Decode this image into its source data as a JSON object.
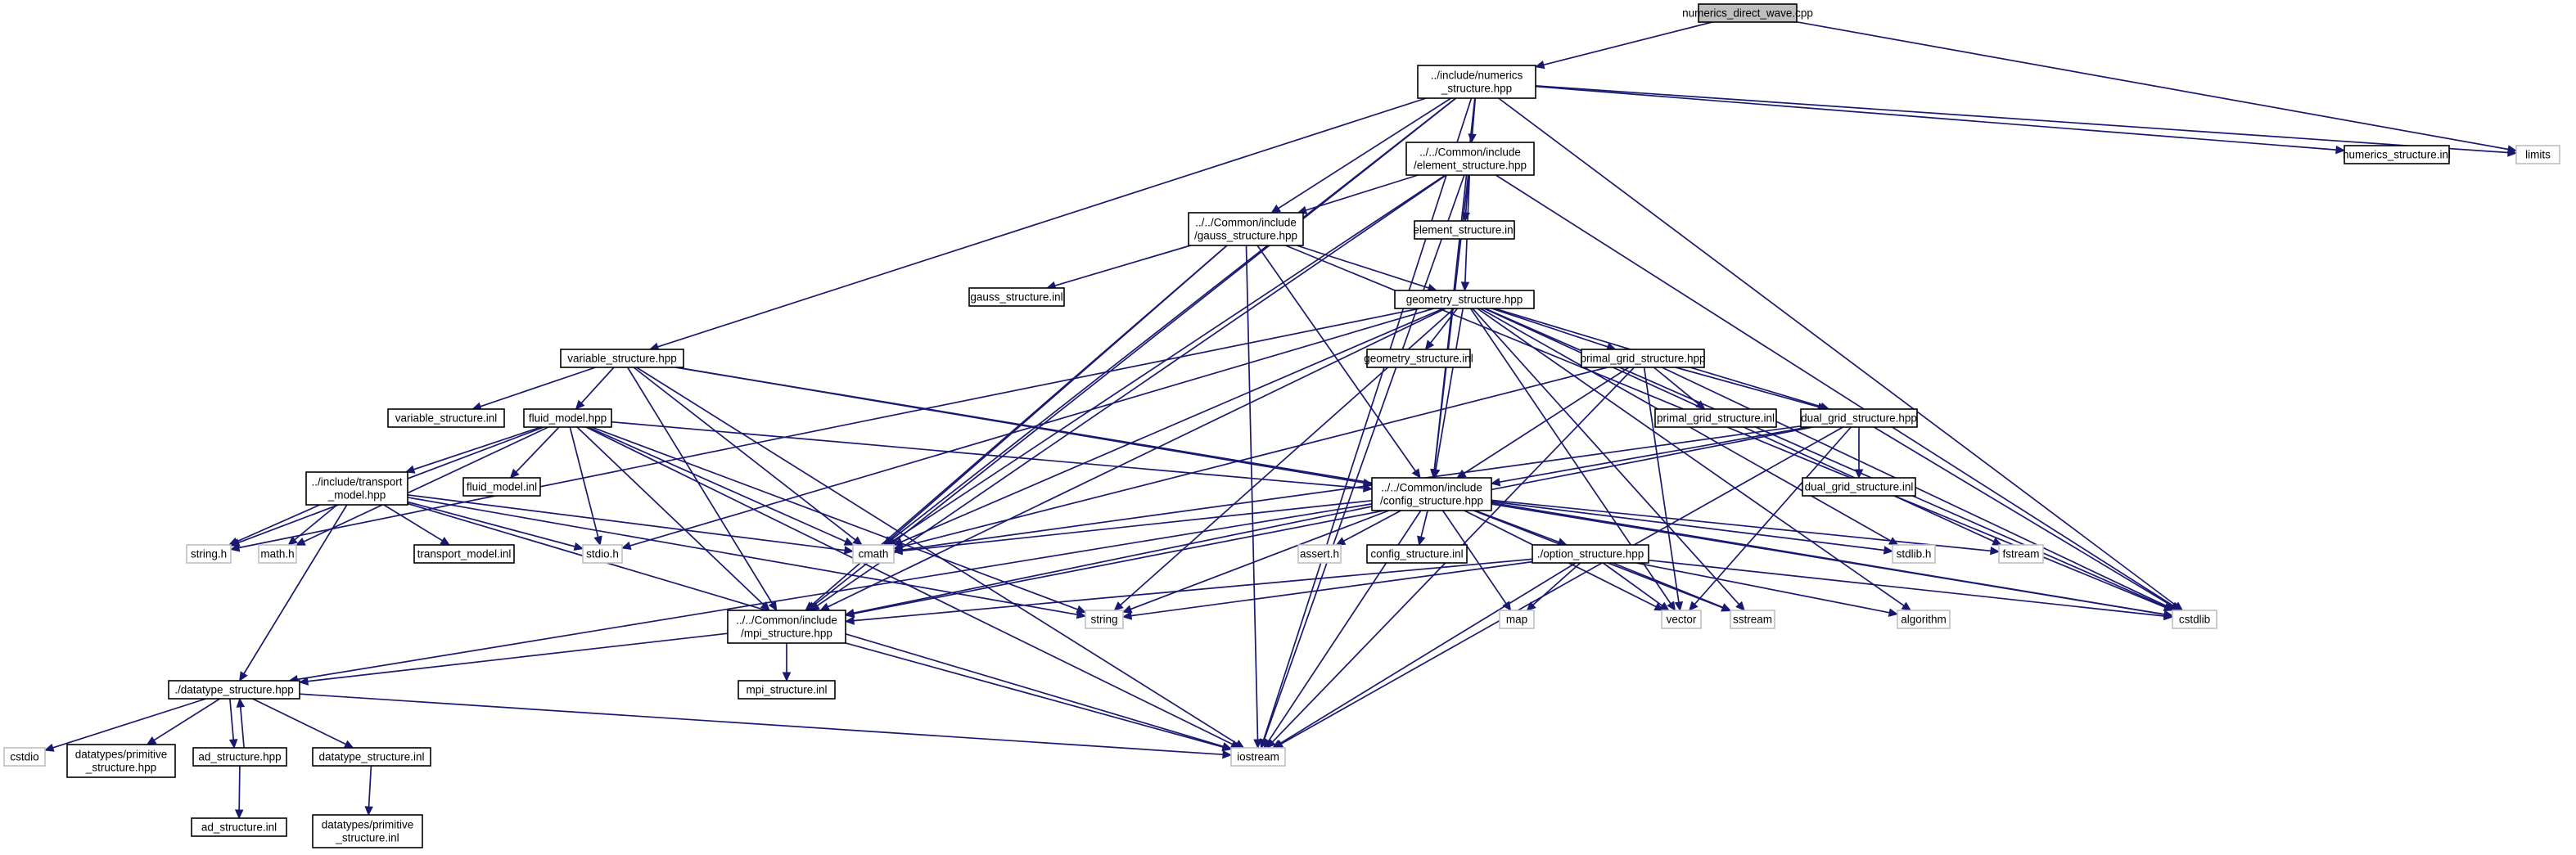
{
  "diagram": {
    "nodes": [
      {
        "id": "numerics_direct_wave",
        "lines": [
          "numerics_direct_wave.cpp"
        ],
        "kind": "root"
      },
      {
        "id": "numerics_structure",
        "lines": [
          "../include/numerics",
          "_structure.hpp"
        ],
        "kind": "file"
      },
      {
        "id": "limits",
        "lines": [
          "limits"
        ],
        "kind": "system"
      },
      {
        "id": "element_structure",
        "lines": [
          "../../Common/include",
          "/element_structure.hpp"
        ],
        "kind": "file"
      },
      {
        "id": "numerics_structure_inl",
        "lines": [
          "numerics_structure.inl"
        ],
        "kind": "file"
      },
      {
        "id": "gauss_structure",
        "lines": [
          "../../Common/include",
          "/gauss_structure.hpp"
        ],
        "kind": "file"
      },
      {
        "id": "element_structure_inl",
        "lines": [
          "element_structure.inl"
        ],
        "kind": "file"
      },
      {
        "id": "gauss_structure_inl",
        "lines": [
          "gauss_structure.inl"
        ],
        "kind": "file"
      },
      {
        "id": "geometry_structure",
        "lines": [
          "geometry_structure.hpp"
        ],
        "kind": "file"
      },
      {
        "id": "variable_structure",
        "lines": [
          "variable_structure.hpp"
        ],
        "kind": "file"
      },
      {
        "id": "geometry_structure_inl",
        "lines": [
          "geometry_structure.inl"
        ],
        "kind": "file"
      },
      {
        "id": "primal_grid_structure",
        "lines": [
          "primal_grid_structure.hpp"
        ],
        "kind": "file"
      },
      {
        "id": "variable_structure_inl",
        "lines": [
          "variable_structure.inl"
        ],
        "kind": "file"
      },
      {
        "id": "fluid_model",
        "lines": [
          "fluid_model.hpp"
        ],
        "kind": "file"
      },
      {
        "id": "primal_grid_structure_inl",
        "lines": [
          "primal_grid_structure.inl"
        ],
        "kind": "file"
      },
      {
        "id": "dual_grid_structure",
        "lines": [
          "dual_grid_structure.hpp"
        ],
        "kind": "file"
      },
      {
        "id": "transport_model",
        "lines": [
          "../include/transport",
          "_model.hpp"
        ],
        "kind": "file"
      },
      {
        "id": "fluid_model_inl",
        "lines": [
          "fluid_model.inl"
        ],
        "kind": "file"
      },
      {
        "id": "config_structure",
        "lines": [
          "../../Common/include",
          "/config_structure.hpp"
        ],
        "kind": "file"
      },
      {
        "id": "dual_grid_structure_inl",
        "lines": [
          "dual_grid_structure.inl"
        ],
        "kind": "file"
      },
      {
        "id": "string_h",
        "lines": [
          "string.h"
        ],
        "kind": "system"
      },
      {
        "id": "math_h",
        "lines": [
          "math.h"
        ],
        "kind": "system"
      },
      {
        "id": "transport_model_inl",
        "lines": [
          "transport_model.inl"
        ],
        "kind": "file"
      },
      {
        "id": "stdio_h",
        "lines": [
          "stdio.h"
        ],
        "kind": "system"
      },
      {
        "id": "cmath",
        "lines": [
          "cmath"
        ],
        "kind": "system"
      },
      {
        "id": "assert_h",
        "lines": [
          "assert.h"
        ],
        "kind": "system"
      },
      {
        "id": "config_structure_inl",
        "lines": [
          "config_structure.inl"
        ],
        "kind": "file"
      },
      {
        "id": "option_structure",
        "lines": [
          "./option_structure.hpp"
        ],
        "kind": "file"
      },
      {
        "id": "stdlib_h",
        "lines": [
          "stdlib.h"
        ],
        "kind": "system"
      },
      {
        "id": "fstream",
        "lines": [
          "fstream"
        ],
        "kind": "system"
      },
      {
        "id": "mpi_structure",
        "lines": [
          "../../Common/include",
          "/mpi_structure.hpp"
        ],
        "kind": "file"
      },
      {
        "id": "string",
        "lines": [
          "string"
        ],
        "kind": "system"
      },
      {
        "id": "map",
        "lines": [
          "map"
        ],
        "kind": "system"
      },
      {
        "id": "vector",
        "lines": [
          "vector"
        ],
        "kind": "system"
      },
      {
        "id": "sstream",
        "lines": [
          "sstream"
        ],
        "kind": "system"
      },
      {
        "id": "algorithm",
        "lines": [
          "algorithm"
        ],
        "kind": "system"
      },
      {
        "id": "cstdlib",
        "lines": [
          "cstdlib"
        ],
        "kind": "system"
      },
      {
        "id": "mpi_structure_inl",
        "lines": [
          "mpi_structure.inl"
        ],
        "kind": "file"
      },
      {
        "id": "datatype_structure",
        "lines": [
          "./datatype_structure.hpp"
        ],
        "kind": "file"
      },
      {
        "id": "cstdio",
        "lines": [
          "cstdio"
        ],
        "kind": "system"
      },
      {
        "id": "primitive_structure_hpp",
        "lines": [
          "datatypes/primitive",
          "_structure.hpp"
        ],
        "kind": "file"
      },
      {
        "id": "ad_structure",
        "lines": [
          "ad_structure.hpp"
        ],
        "kind": "file"
      },
      {
        "id": "datatype_structure_inl",
        "lines": [
          "datatype_structure.inl"
        ],
        "kind": "file"
      },
      {
        "id": "iostream",
        "lines": [
          "iostream"
        ],
        "kind": "system"
      },
      {
        "id": "ad_structure_inl",
        "lines": [
          "ad_structure.inl"
        ],
        "kind": "file"
      },
      {
        "id": "primitive_structure_inl",
        "lines": [
          "datatypes/primitive",
          "_structure.inl"
        ],
        "kind": "file"
      }
    ],
    "edges": [
      [
        "numerics_direct_wave",
        "numerics_structure"
      ],
      [
        "numerics_direct_wave",
        "limits"
      ],
      [
        "numerics_structure",
        "limits"
      ],
      [
        "numerics_structure",
        "numerics_structure_inl"
      ],
      [
        "numerics_structure",
        "element_structure"
      ],
      [
        "numerics_structure",
        "gauss_structure"
      ],
      [
        "numerics_structure",
        "config_structure"
      ],
      [
        "numerics_structure",
        "variable_structure"
      ],
      [
        "numerics_structure",
        "cmath"
      ],
      [
        "numerics_structure",
        "mpi_structure"
      ],
      [
        "numerics_structure",
        "cstdlib"
      ],
      [
        "numerics_structure",
        "iostream"
      ],
      [
        "element_structure",
        "element_structure_inl"
      ],
      [
        "element_structure",
        "gauss_structure"
      ],
      [
        "element_structure",
        "geometry_structure"
      ],
      [
        "element_structure",
        "config_structure"
      ],
      [
        "element_structure",
        "cmath"
      ],
      [
        "element_structure",
        "mpi_structure"
      ],
      [
        "element_structure",
        "cstdlib"
      ],
      [
        "element_structure",
        "iostream"
      ],
      [
        "gauss_structure",
        "gauss_structure_inl"
      ],
      [
        "gauss_structure",
        "geometry_structure"
      ],
      [
        "gauss_structure",
        "config_structure"
      ],
      [
        "gauss_structure",
        "cmath"
      ],
      [
        "gauss_structure",
        "mpi_structure"
      ],
      [
        "gauss_structure",
        "iostream"
      ],
      [
        "gauss_structure",
        "cstdlib"
      ],
      [
        "geometry_structure",
        "geometry_structure_inl"
      ],
      [
        "geometry_structure",
        "primal_grid_structure"
      ],
      [
        "geometry_structure",
        "dual_grid_structure"
      ],
      [
        "geometry_structure",
        "config_structure"
      ],
      [
        "geometry_structure",
        "string_h"
      ],
      [
        "geometry_structure",
        "stdio_h"
      ],
      [
        "geometry_structure",
        "cmath"
      ],
      [
        "geometry_structure",
        "mpi_structure"
      ],
      [
        "geometry_structure",
        "string"
      ],
      [
        "geometry_structure",
        "stdlib_h"
      ],
      [
        "geometry_structure",
        "fstream"
      ],
      [
        "geometry_structure",
        "vector"
      ],
      [
        "geometry_structure",
        "sstream"
      ],
      [
        "geometry_structure",
        "algorithm"
      ],
      [
        "geometry_structure",
        "cstdlib"
      ],
      [
        "variable_structure",
        "variable_structure_inl"
      ],
      [
        "variable_structure",
        "fluid_model"
      ],
      [
        "variable_structure",
        "config_structure"
      ],
      [
        "variable_structure",
        "cmath"
      ],
      [
        "variable_structure",
        "mpi_structure"
      ],
      [
        "variable_structure",
        "iostream"
      ],
      [
        "variable_structure",
        "cstdlib"
      ],
      [
        "primal_grid_structure",
        "primal_grid_structure_inl"
      ],
      [
        "primal_grid_structure",
        "dual_grid_structure"
      ],
      [
        "primal_grid_structure",
        "config_structure"
      ],
      [
        "primal_grid_structure",
        "cmath"
      ],
      [
        "primal_grid_structure",
        "vector"
      ],
      [
        "primal_grid_structure",
        "iostream"
      ],
      [
        "primal_grid_structure",
        "cstdlib"
      ],
      [
        "dual_grid_structure",
        "dual_grid_structure_inl"
      ],
      [
        "dual_grid_structure",
        "config_structure"
      ],
      [
        "dual_grid_structure",
        "cmath"
      ],
      [
        "dual_grid_structure",
        "mpi_structure"
      ],
      [
        "dual_grid_structure",
        "vector"
      ],
      [
        "dual_grid_structure",
        "iostream"
      ],
      [
        "dual_grid_structure",
        "cstdlib"
      ],
      [
        "fluid_model",
        "fluid_model_inl"
      ],
      [
        "fluid_model",
        "transport_model"
      ],
      [
        "fluid_model",
        "config_structure"
      ],
      [
        "fluid_model",
        "string_h"
      ],
      [
        "fluid_model",
        "math_h"
      ],
      [
        "fluid_model",
        "stdio_h"
      ],
      [
        "fluid_model",
        "cmath"
      ],
      [
        "fluid_model",
        "mpi_structure"
      ],
      [
        "fluid_model",
        "string"
      ],
      [
        "fluid_model",
        "iostream"
      ],
      [
        "transport_model",
        "transport_model_inl"
      ],
      [
        "transport_model",
        "string_h"
      ],
      [
        "transport_model",
        "math_h"
      ],
      [
        "transport_model",
        "stdio_h"
      ],
      [
        "transport_model",
        "cmath"
      ],
      [
        "transport_model",
        "datatype_structure"
      ],
      [
        "transport_model",
        "iostream"
      ],
      [
        "transport_model",
        "string"
      ],
      [
        "config_structure",
        "config_structure_inl"
      ],
      [
        "config_structure",
        "option_structure"
      ],
      [
        "config_structure",
        "assert_h"
      ],
      [
        "config_structure",
        "cmath"
      ],
      [
        "config_structure",
        "mpi_structure"
      ],
      [
        "config_structure",
        "string"
      ],
      [
        "config_structure",
        "map"
      ],
      [
        "config_structure",
        "vector"
      ],
      [
        "config_structure",
        "sstream"
      ],
      [
        "config_structure",
        "stdlib_h"
      ],
      [
        "config_structure",
        "fstream"
      ],
      [
        "config_structure",
        "cstdlib"
      ],
      [
        "config_structure",
        "iostream"
      ],
      [
        "config_structure",
        "datatype_structure"
      ],
      [
        "option_structure",
        "mpi_structure"
      ],
      [
        "option_structure",
        "string"
      ],
      [
        "option_structure",
        "map"
      ],
      [
        "option_structure",
        "vector"
      ],
      [
        "option_structure",
        "sstream"
      ],
      [
        "option_structure",
        "algorithm"
      ],
      [
        "option_structure",
        "cstdlib"
      ],
      [
        "option_structure",
        "iostream"
      ],
      [
        "mpi_structure",
        "mpi_structure_inl"
      ],
      [
        "mpi_structure",
        "datatype_structure"
      ],
      [
        "mpi_structure",
        "iostream"
      ],
      [
        "datatype_structure",
        "cstdio"
      ],
      [
        "datatype_structure",
        "primitive_structure_hpp"
      ],
      [
        "datatype_structure",
        "ad_structure"
      ],
      [
        "datatype_structure",
        "datatype_structure_inl"
      ],
      [
        "datatype_structure",
        "iostream"
      ],
      [
        "ad_structure",
        "datatype_structure"
      ],
      [
        "ad_structure",
        "ad_structure_inl"
      ],
      [
        "datatype_structure_inl",
        "primitive_structure_inl"
      ]
    ]
  }
}
